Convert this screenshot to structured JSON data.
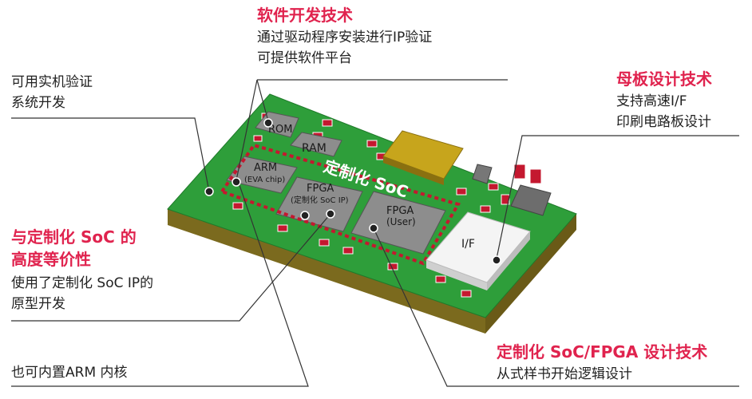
{
  "annotations": {
    "software": {
      "heading": "软件开发技术",
      "line1": "通过驱动程序安装进行IP验证",
      "line2": "可提供软件平台"
    },
    "realboard": {
      "line1": "可用实机验证",
      "line2": "系统开发"
    },
    "motherboard": {
      "heading": "母板设计技术",
      "line1": "支持高速I/F",
      "line2": "印刷电路板设计"
    },
    "cost": {
      "heading1": "与定制化 SoC 的",
      "heading2": "高度等价性",
      "line1": "使用了定制化 SoC IP的",
      "line2": "原型开发"
    },
    "arm_core": {
      "line1": "也可内置ARM 内核"
    },
    "fpga_tech": {
      "heading": "定制化 SoC/FPGA 设计技术",
      "line1": "从式样书开始逻辑设计"
    }
  },
  "board": {
    "soc_label": "定制化 SoC",
    "chips": {
      "rom": "ROM",
      "ram": "RAM",
      "arm": "ARM",
      "arm_sub": "(EVA chip)",
      "fpga1": "FPGA",
      "fpga1_sub": "(定制化 SoC IP)",
      "fpga2": "FPGA",
      "fpga2_sub": "(User)",
      "if": "I/F"
    }
  },
  "colors": {
    "accent": "#e0234e",
    "pcb_green": "#2e9e3a",
    "pcb_edge": "#7b6a1e",
    "chip_gray": "#8d8d8d",
    "gold": "#c7a51c"
  }
}
